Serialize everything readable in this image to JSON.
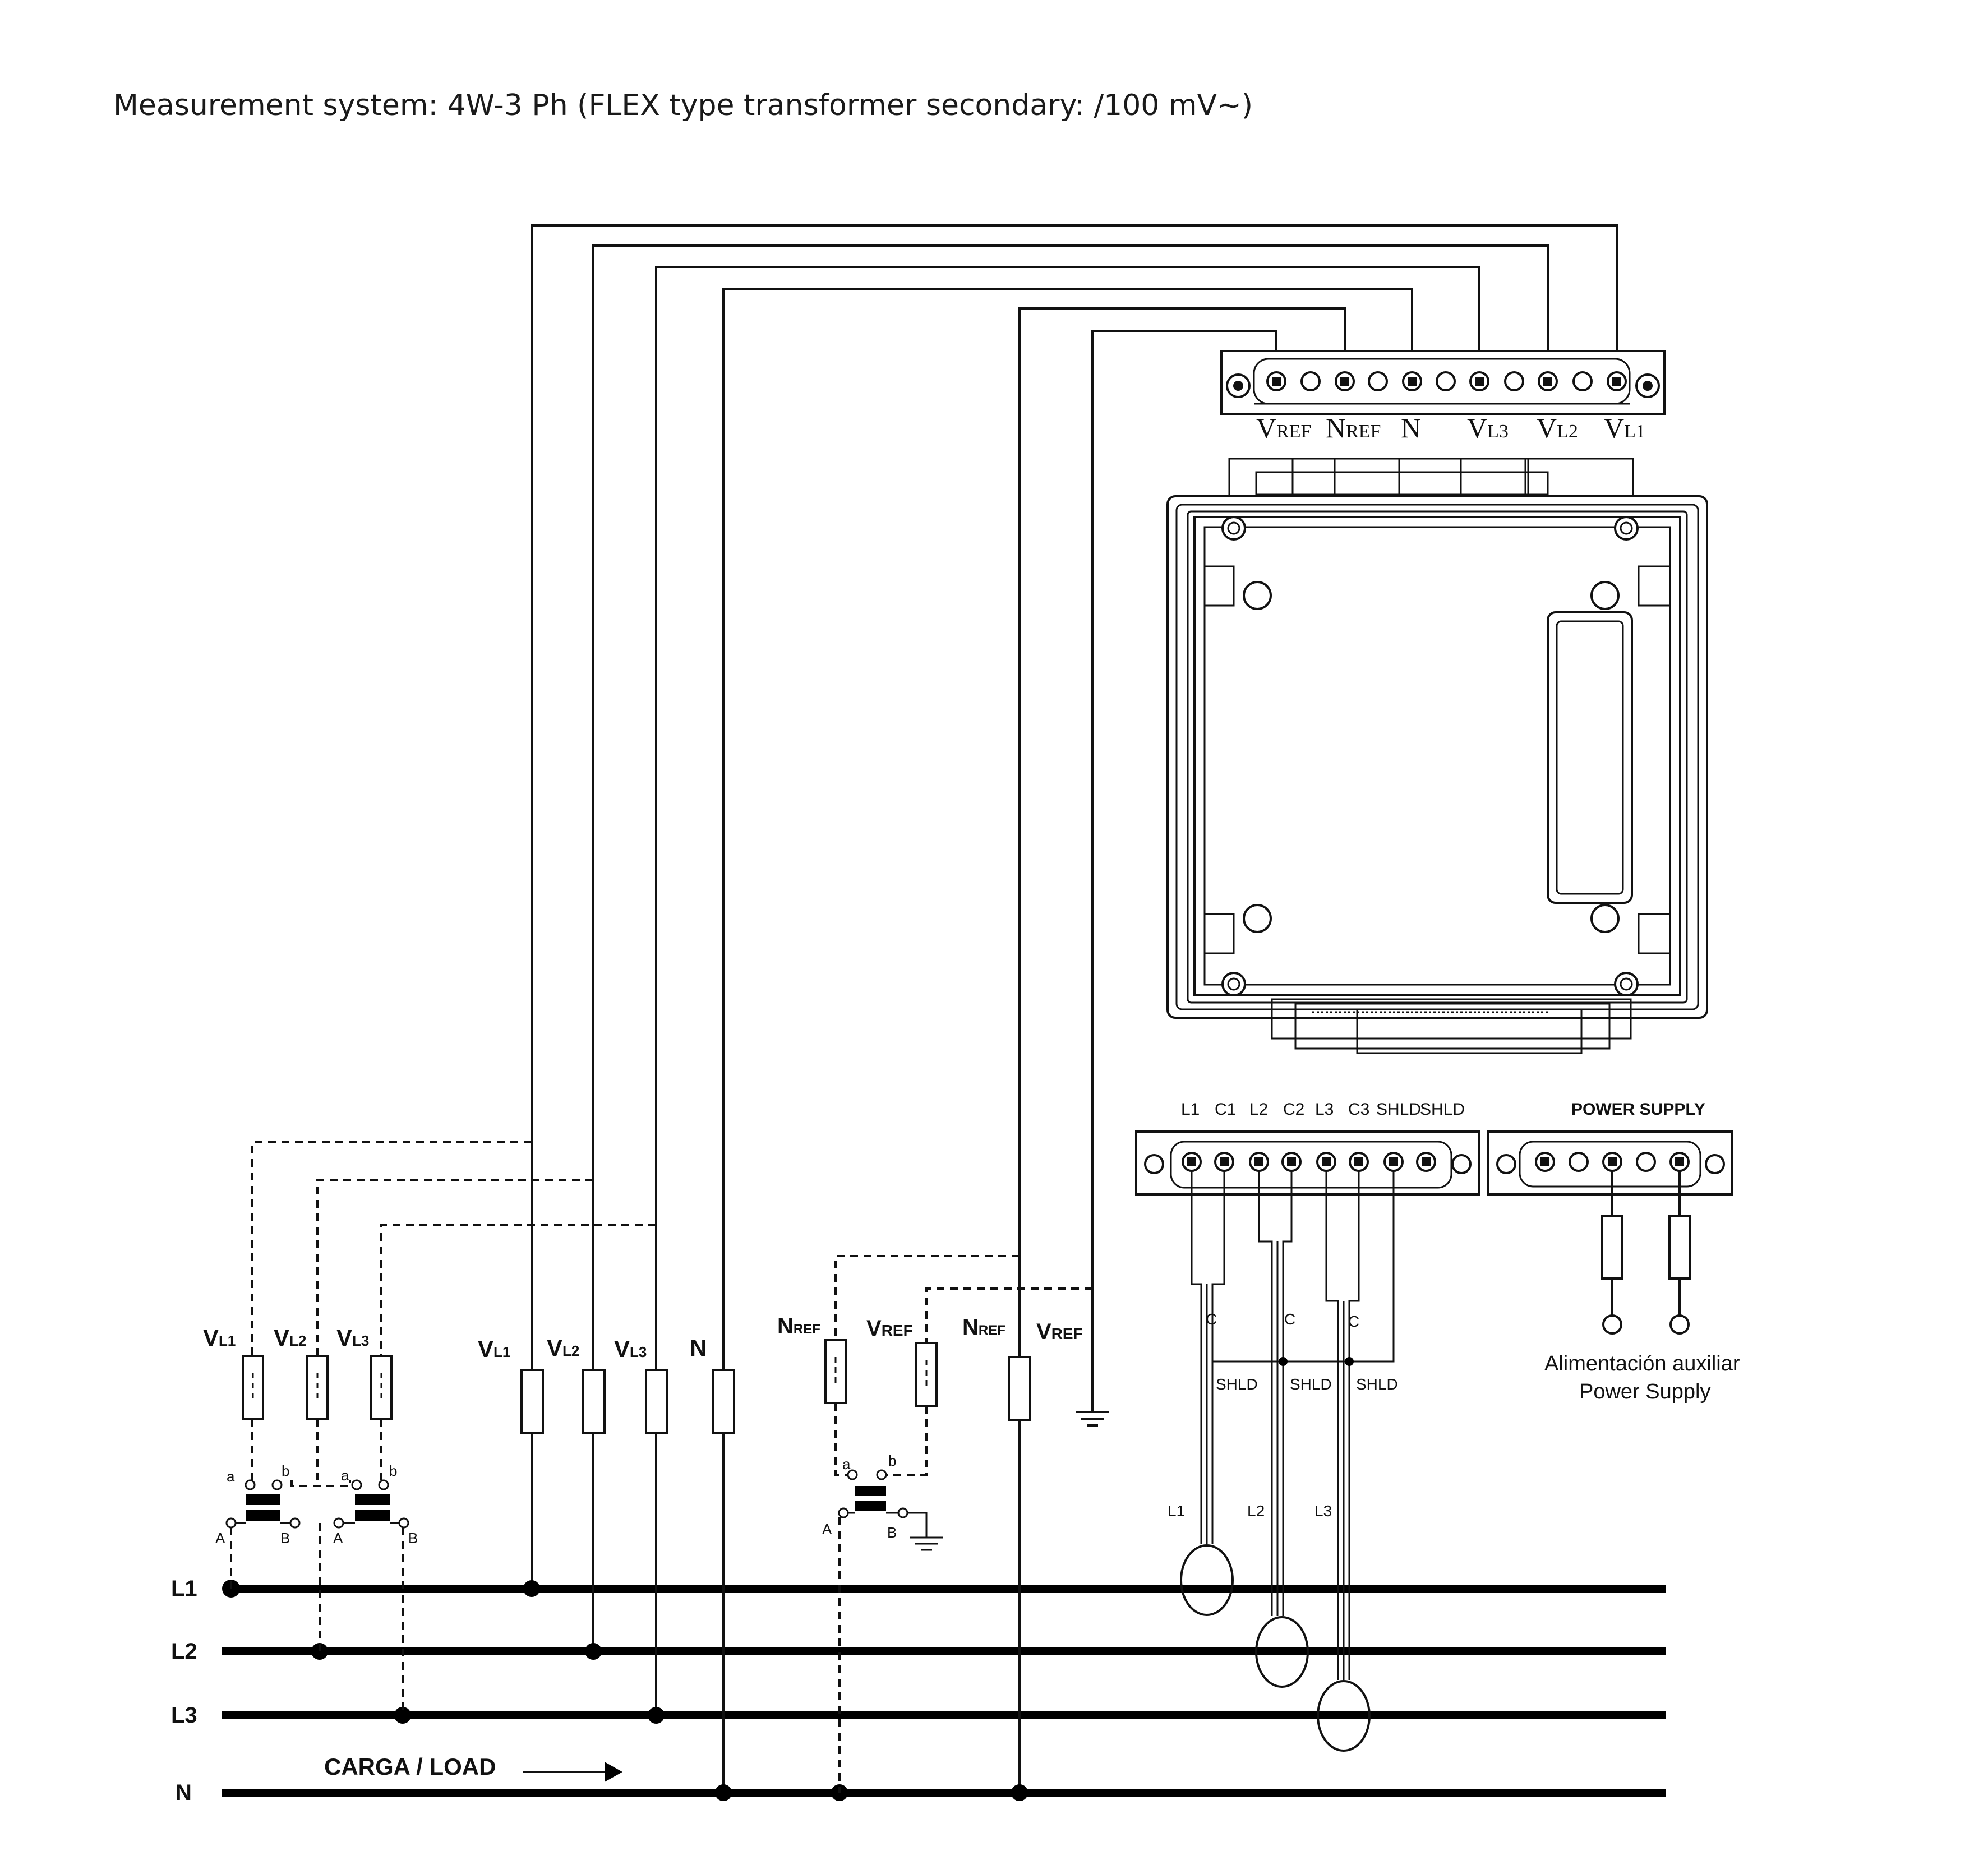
{
  "title": "Measurement system: 4W-3 Ph (FLEX type transformer secondary:  /100 mV~)",
  "lines": {
    "l1": "L1",
    "l2": "L2",
    "l3": "L3",
    "n": "N"
  },
  "load_label": "CARGA / LOAD",
  "top_terminal": {
    "vref": {
      "main": "V",
      "sub": "REF"
    },
    "nref": {
      "main": "N",
      "sub": "REF"
    },
    "n": "N",
    "vl3": {
      "main": "V",
      "sub": "L3"
    },
    "vl2": {
      "main": "V",
      "sub": "L2"
    },
    "vl1": {
      "main": "V",
      "sub": "L1"
    }
  },
  "fuses": {
    "vt_vl1": {
      "main": "V",
      "sub": "L1"
    },
    "vt_vl2": {
      "main": "V",
      "sub": "L2"
    },
    "vt_vl3": {
      "main": "V",
      "sub": "L3"
    },
    "direct_vl1": {
      "main": "V",
      "sub": "L1"
    },
    "direct_vl2": {
      "main": "V",
      "sub": "L2"
    },
    "direct_vl3": {
      "main": "V",
      "sub": "L3"
    },
    "direct_n": "N",
    "nref_vt": {
      "main": "N",
      "sub": "REF"
    },
    "vref_vt": {
      "main": "V",
      "sub": "REF"
    },
    "nref_direct": {
      "main": "N",
      "sub": "REF"
    },
    "vref_direct": {
      "main": "V",
      "sub": "REF"
    }
  },
  "vt_terminals": {
    "a": "a",
    "b": "b",
    "A": "A",
    "B": "B"
  },
  "current_terminal": {
    "labels": [
      "L1",
      "C1",
      "L2",
      "C2",
      "L3",
      "C3",
      "SHLD",
      "SHLD"
    ]
  },
  "current_wiring": {
    "c": "C",
    "shld": "SHLD",
    "probes": [
      "L1",
      "L2",
      "L3"
    ]
  },
  "power_supply": {
    "title": "POWER SUPPLY",
    "caption_es": "Alimentación auxiliar",
    "caption_en": "Power Supply"
  }
}
